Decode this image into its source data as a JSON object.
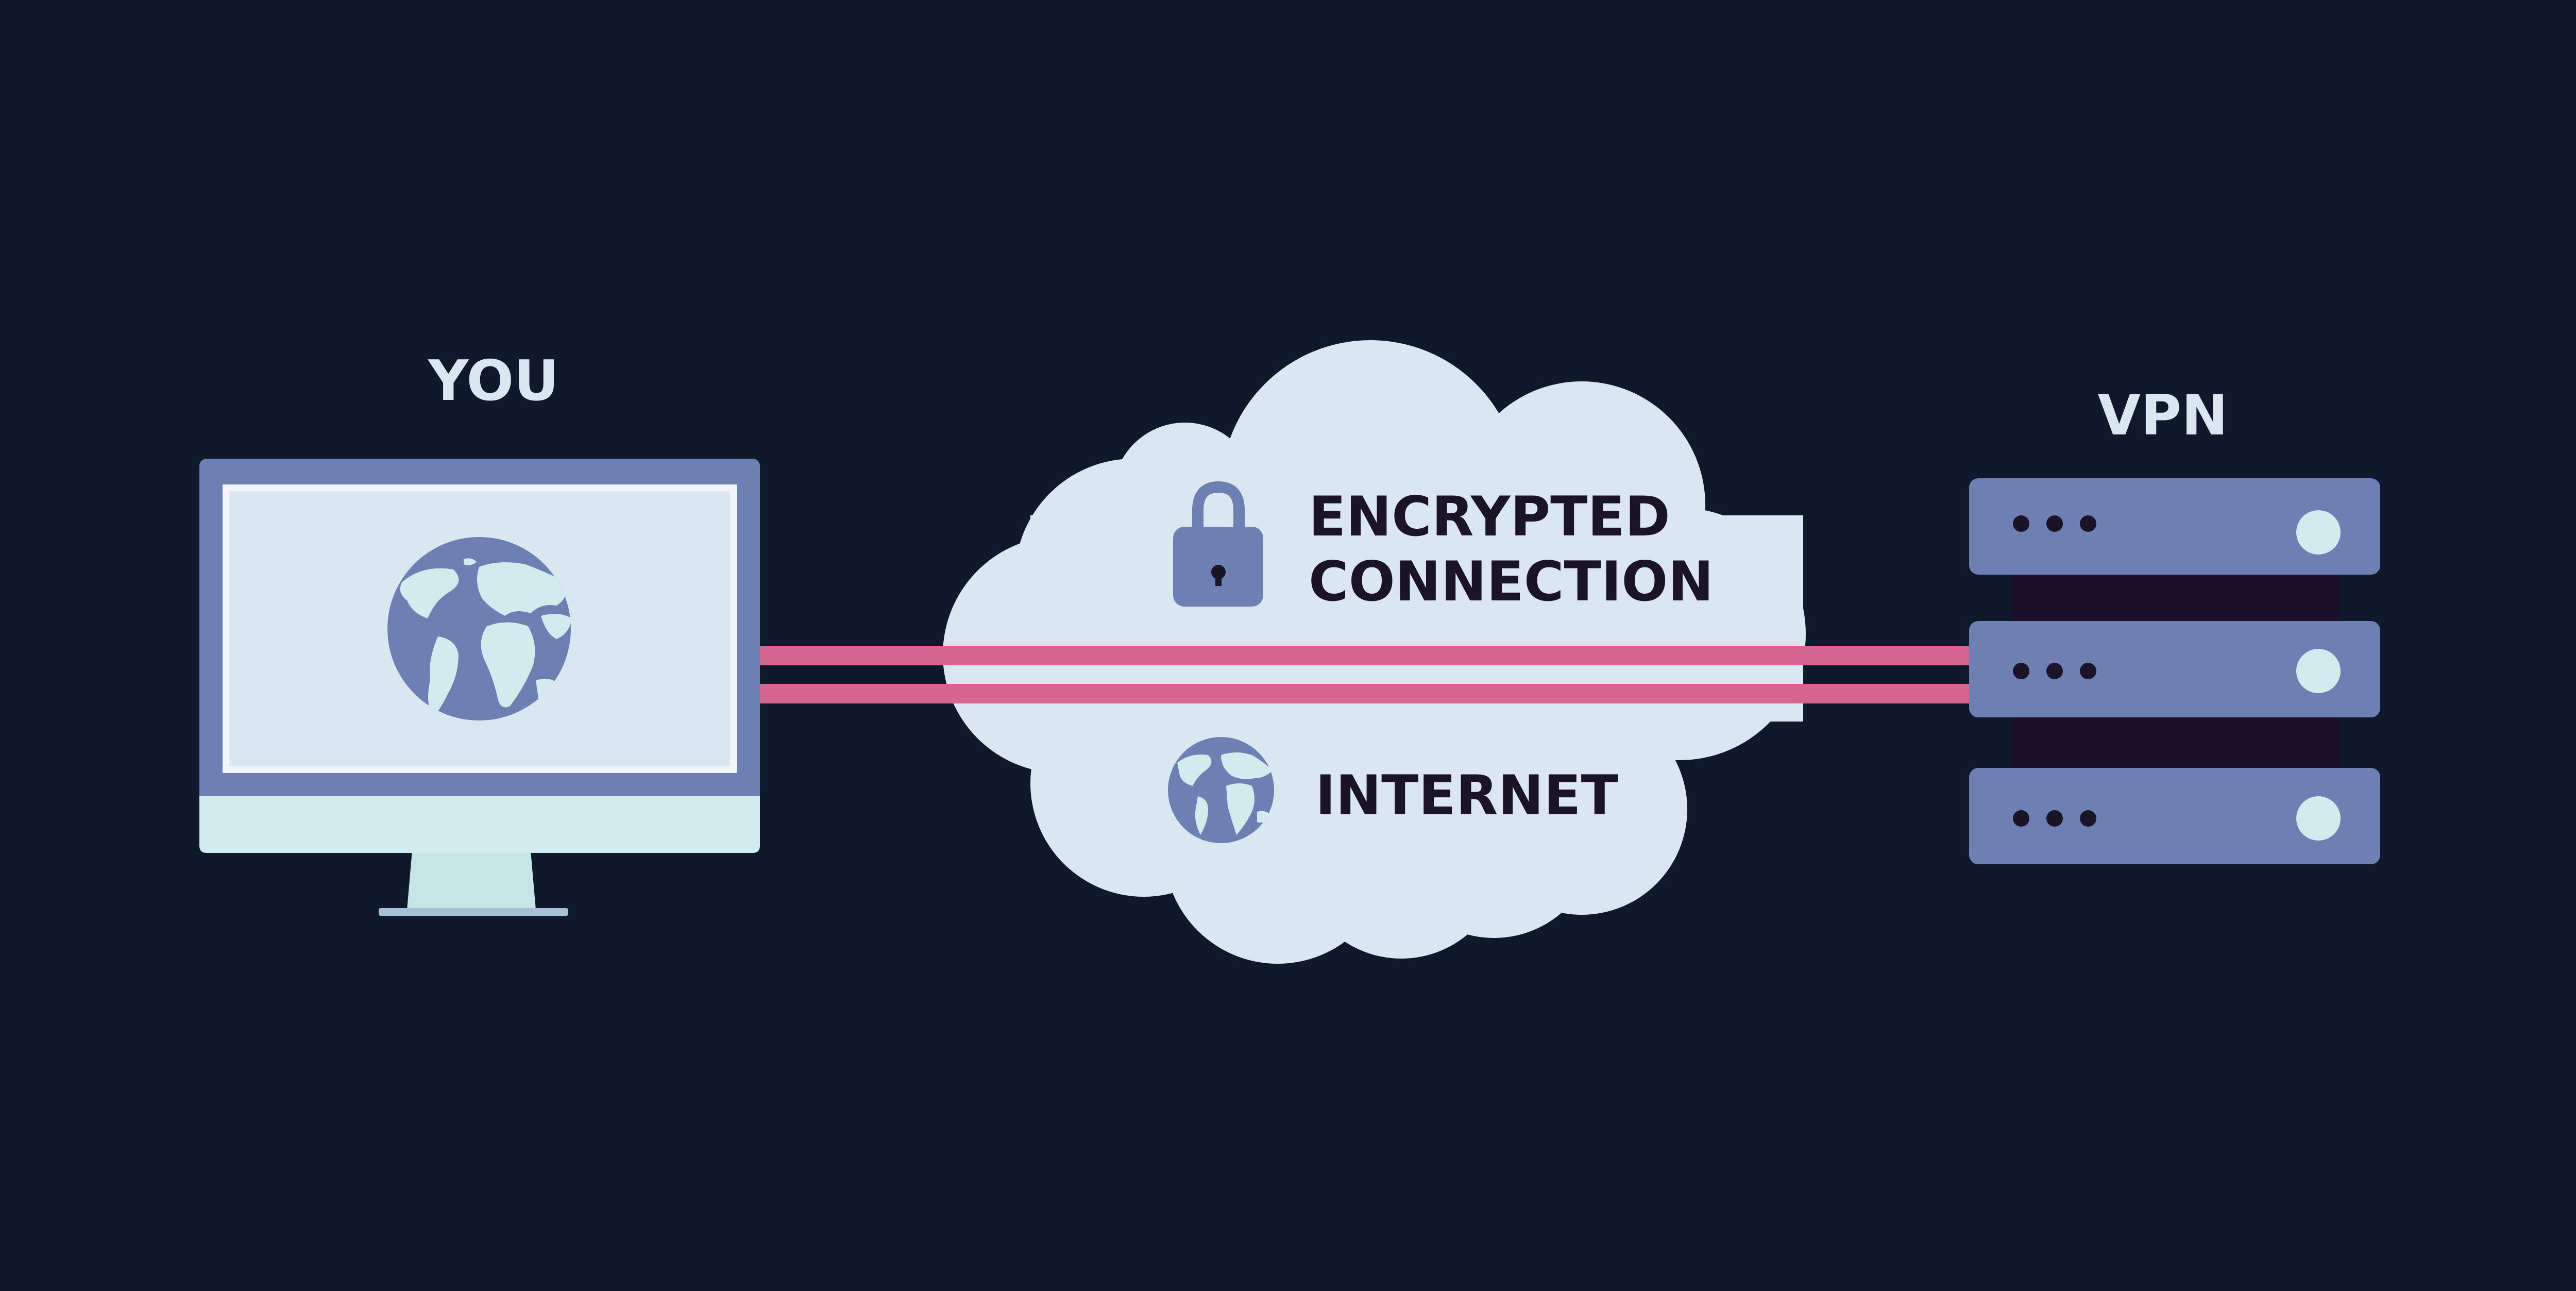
{
  "labels": {
    "you": "YOU",
    "vpn": "VPN",
    "encrypted_line1": "ENCRYPTED",
    "encrypted_line2": "CONNECTION",
    "internet": "INTERNET"
  },
  "icons": {
    "computer": "monitor-icon",
    "screen_globe": "globe-icon",
    "lock": "lock-icon",
    "internet_globe": "globe-icon",
    "server": "server-rack-icon"
  },
  "colors": {
    "background": "#0f192b",
    "label_light": "#dbe7f0",
    "label_dark": "#1b1426",
    "cloud": "#dbe7f0",
    "slate_blue": "#6e7fb3",
    "mint": "#d2ebec",
    "tunnel": "#d6658f",
    "server_back": "#1b0f2a"
  }
}
